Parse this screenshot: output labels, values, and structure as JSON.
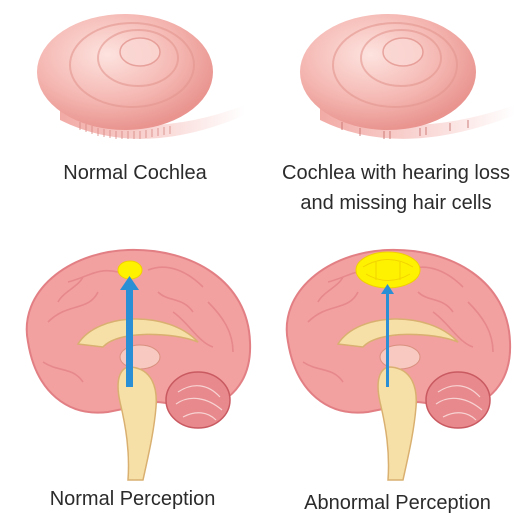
{
  "top_left": {
    "caption": "Normal Cochlea"
  },
  "top_right": {
    "caption_line1": "Cochlea with hearing loss",
    "caption_line2": "and missing hair cells"
  },
  "bottom_left": {
    "caption": "Normal Perception"
  },
  "bottom_right": {
    "caption": "Abnormal Perception"
  },
  "colors": {
    "cochlea_pink": "#f4b7b2",
    "brain_pink": "#f2a0a0",
    "brain_outline": "#e27f84",
    "signal_yellow": "#fff200",
    "arrow_blue": "#2b8fd6",
    "brainstem_cream": "#f7e0a8"
  }
}
